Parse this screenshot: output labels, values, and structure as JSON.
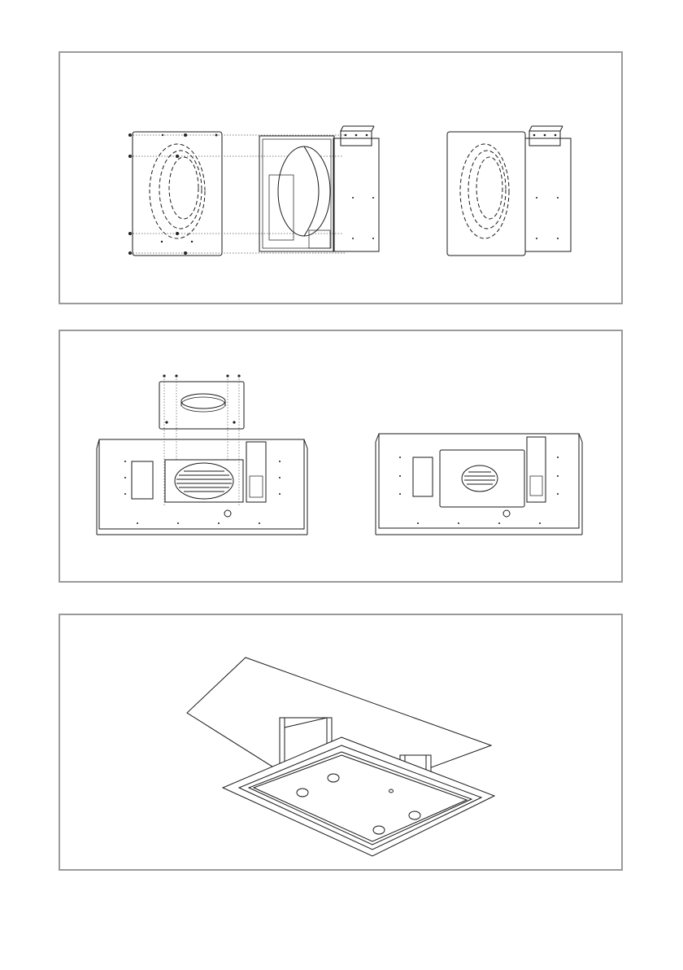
{
  "page": {
    "background": "#ffffff",
    "frame_color": "#9a9a9a",
    "line_color": "#1a1a1a"
  },
  "figures": [
    {
      "id": "fig-1",
      "items": [
        "bottom-plate-exploded",
        "motor-housing",
        "bottom-plate-assembled"
      ]
    },
    {
      "id": "fig-2",
      "items": [
        "duct-collar-plate-exploded",
        "hood-body-with-fan",
        "hood-body-assembled"
      ]
    },
    {
      "id": "fig-3",
      "items": [
        "ceiling-panel",
        "mounting-brackets",
        "hood-frame-in-ceiling"
      ]
    }
  ]
}
